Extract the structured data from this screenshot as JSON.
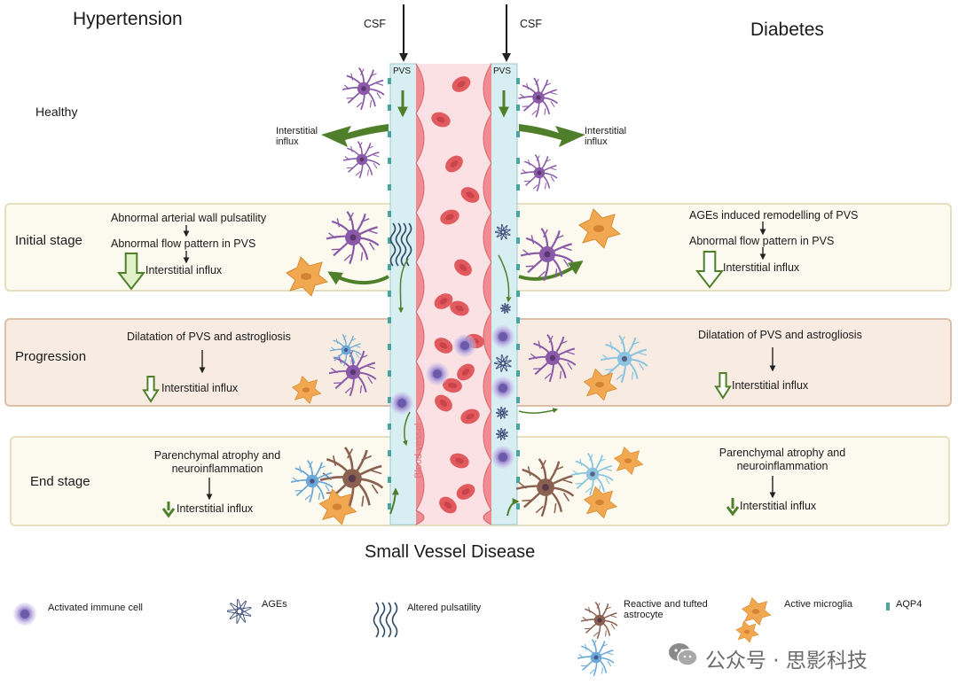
{
  "headers": {
    "left": "Hypertension",
    "right": "Diabetes",
    "csf": "CSF",
    "pvs": "PVS"
  },
  "healthy": {
    "label": "Healthy",
    "influx": "Interstitial\ninflux"
  },
  "stages": {
    "initial": {
      "label": "Initial stage",
      "left": [
        "Abnormal arterial wall pulsatility",
        "Abnormal flow pattern in PVS",
        "Interstitial influx"
      ],
      "right": [
        "AGEs induced remodelling of PVS",
        "Abnormal flow pattern in PVS",
        "Interstitial influx"
      ]
    },
    "progression": {
      "label": "Progression",
      "left": [
        "Dilatation of PVS and astrogliosis",
        "Interstitial influx"
      ],
      "right": [
        "Dilatation of PVS and astrogliosis",
        "Interstitial influx"
      ]
    },
    "end": {
      "label": "End stage",
      "left": [
        "Parenchymal atrophy and",
        "neuroinflammation",
        "Interstitial influx"
      ],
      "right": [
        "Parenchymal atrophy and",
        "neuroinflammation",
        "Interstitial influx"
      ]
    }
  },
  "vessel_label": "Blood vessel",
  "title": "Small Vessel Disease",
  "legend": {
    "immune": "Activated immune cell",
    "ages": "AGEs",
    "pulsatility": "Altered pulsatility",
    "astrocyte": "Reactive and tufted\nastrocyte",
    "microglia": "Active microglia",
    "aqp4": "AQP4"
  },
  "watermark": "公众号 · 思影科技",
  "colors": {
    "panel1_fill": "#fcfaee",
    "panel1_border": "#e6dfbf",
    "panel2_fill": "#f8ece2",
    "panel2_border": "#dcbfa8",
    "panel3_fill": "#fcfaee",
    "panel3_border": "#e6dfbf",
    "pvs": "#d7eef2",
    "vessel": "#f5a5a8",
    "vessel_inner": "#fbe1e4",
    "rbc": "#e05a5e",
    "astro": "#8a5aa8",
    "microglia": "#f1a850",
    "immune": "#b8a4dc",
    "green": "#4f7f2a",
    "aqp4": "#49a5a0"
  }
}
